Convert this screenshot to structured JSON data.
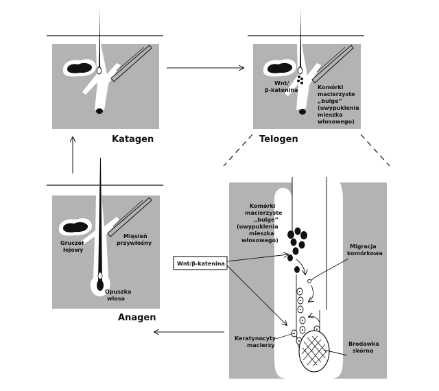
{
  "stages": {
    "katagen": "Katagen",
    "telogen": "Telogen",
    "anagen": "Anagen"
  },
  "labels": {
    "wnt_telogen_1": "Wnt/",
    "wnt_telogen_2": "β-katenina",
    "bulge_telogen": [
      "Komórki",
      "macierzyste",
      "„bulge”",
      "(uwypuklenia",
      "mieszka",
      "włosowego)"
    ],
    "bulge_detail": [
      "Komórki",
      "macierzyste",
      "„bulge”",
      "(uwypuklenia",
      "mieszka",
      "włosowego)"
    ],
    "gland": [
      "Gruczoł",
      "łojowy"
    ],
    "muscle": [
      "Mięsień",
      "przywłośny"
    ],
    "bulb": [
      "Opuszka",
      "włosa"
    ],
    "migration": [
      "Migracja",
      "komórkowa"
    ],
    "wnt_box": "Wnt/β-katenina",
    "keratinocytes": [
      "Keratynocyty",
      "macierzy"
    ],
    "papilla": [
      "Brodawka",
      "skórna"
    ]
  },
  "colors": {
    "tissue": "#b3b3b3",
    "ink": "#111111",
    "paper": "#ffffff"
  }
}
